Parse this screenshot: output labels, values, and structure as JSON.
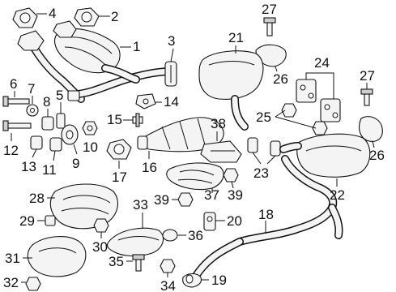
{
  "callouts": {
    "c1": "1",
    "c2": "2",
    "c3": "3",
    "c4": "4",
    "c5": "5",
    "c6": "6",
    "c7": "7",
    "c8": "8",
    "c9": "9",
    "c10": "10",
    "c11": "11",
    "c12": "12",
    "c13": "13",
    "c14": "14",
    "c15": "15",
    "c16": "16",
    "c17": "17",
    "c18": "18",
    "c19": "19",
    "c20": "20",
    "c21": "21",
    "c22": "22",
    "c23": "23",
    "c24": "24",
    "c25": "25",
    "c26a": "26",
    "c26b": "26",
    "c27a": "27",
    "c27b": "27",
    "c28": "28",
    "c29": "29",
    "c30": "30",
    "c31": "31",
    "c32": "32",
    "c33": "33",
    "c34": "34",
    "c35": "35",
    "c36": "36",
    "c37": "37",
    "c38": "38",
    "c39a": "39",
    "c39b": "39"
  }
}
